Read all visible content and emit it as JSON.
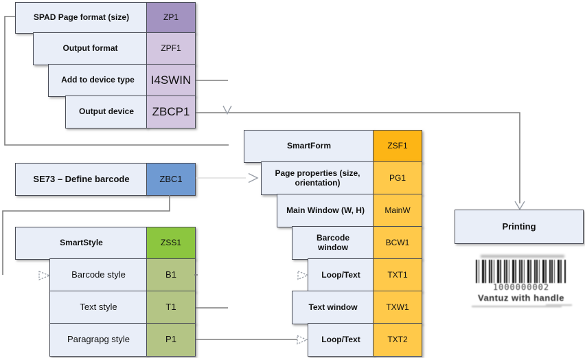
{
  "spad": {
    "rows": [
      {
        "label": "SPAD Page format (size)",
        "code": "ZP1"
      },
      {
        "label": "Output format",
        "code": "ZPF1"
      },
      {
        "label": "Add to device type",
        "code": "I4SWIN"
      },
      {
        "label": "Output device",
        "code": "ZBCP1"
      }
    ]
  },
  "se73": {
    "label": "SE73 – Define barcode",
    "code": "ZBC1"
  },
  "smartstyle": {
    "rows": [
      {
        "label": "SmartStyle",
        "code": "ZSS1"
      },
      {
        "label": "Barcode style",
        "code": "B1"
      },
      {
        "label": "Text style",
        "code": "T1"
      },
      {
        "label": "Paragrapg style",
        "code": "P1"
      }
    ]
  },
  "smartform": {
    "rows": [
      {
        "label": "SmartForm",
        "code": "ZSF1"
      },
      {
        "label": "Page properties (size, orientation)",
        "code": "PG1"
      },
      {
        "label": "Main Window (W, H)",
        "code": "MainW"
      },
      {
        "label": "Barcode window",
        "code": "BCW1"
      },
      {
        "label": "Loop/Text",
        "code": "TXT1"
      },
      {
        "label": "Text window",
        "code": "TXW1"
      },
      {
        "label": "Loop/Text",
        "code": "TXT2"
      }
    ]
  },
  "printing": {
    "label": "Printing"
  },
  "barcode": {
    "number": "1000000002",
    "caption": "Vantuz with handle"
  },
  "colors": {
    "purple_dark": "#a393c1",
    "purple_light": "#d3c6e0",
    "blue": "#6f9ad2",
    "green": "#8cc63f",
    "olive": "#b4c585",
    "orange": "#fdb515",
    "orange_light": "#ffc94a",
    "panel_bg": "#e9eef8",
    "box_border": "#4a4d57",
    "connector_line": "#7d7d7d"
  }
}
